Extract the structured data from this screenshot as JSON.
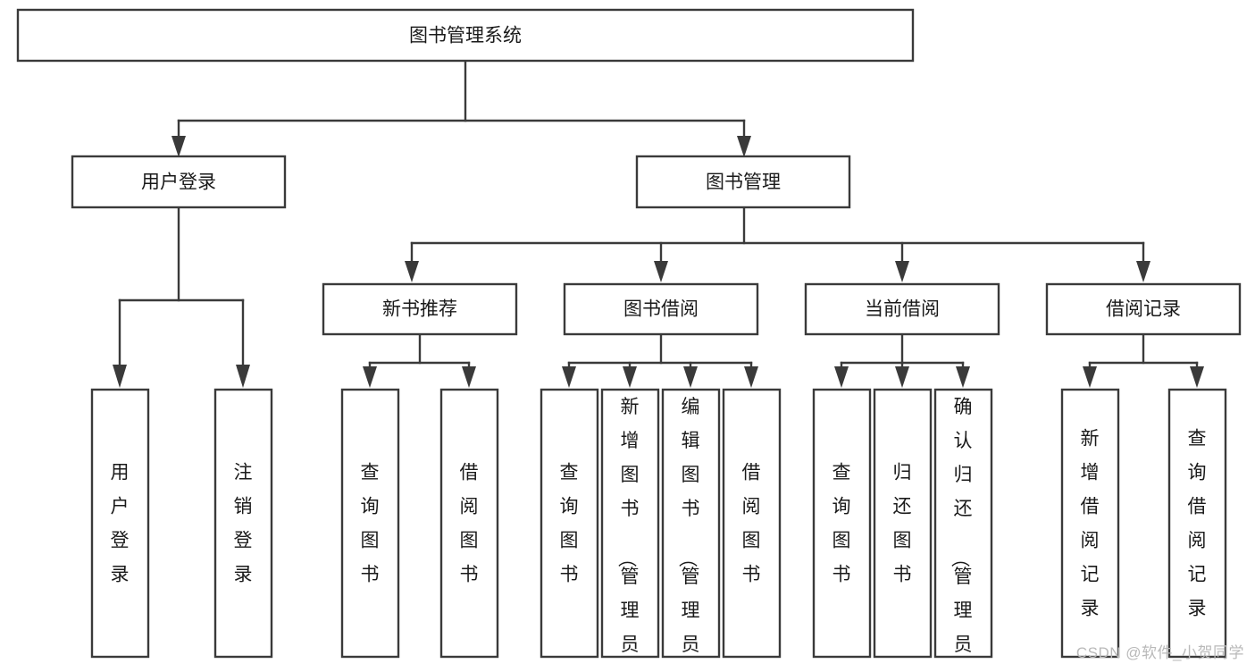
{
  "diagram": {
    "type": "tree",
    "title": "图书管理系统",
    "watermark": "CSDN @软件_小贺同学",
    "colors": {
      "stroke": "#3a3a3a",
      "text": "#1a1a1a",
      "background": "#ffffff",
      "watermark": "#b9b9b9"
    },
    "levels": {
      "root": "图书管理系统",
      "level2": [
        "用户登录",
        "图书管理"
      ],
      "level3": [
        "新书推荐",
        "图书借阅",
        "当前借阅",
        "借阅记录"
      ]
    },
    "nodes": {
      "root": {
        "label": "图书管理系统",
        "orientation": "horizontal"
      },
      "user_login": {
        "label": "用户登录",
        "orientation": "horizontal"
      },
      "book_manage": {
        "label": "图书管理",
        "orientation": "horizontal"
      },
      "new_book_rec": {
        "label": "新书推荐",
        "orientation": "horizontal"
      },
      "book_borrow": {
        "label": "图书借阅",
        "orientation": "horizontal"
      },
      "current_borrow": {
        "label": "当前借阅",
        "orientation": "horizontal"
      },
      "borrow_record": {
        "label": "借阅记录",
        "orientation": "horizontal"
      },
      "leaf_user_login": {
        "label": "用户登录",
        "orientation": "vertical"
      },
      "leaf_user_logout": {
        "label": "注销登录",
        "orientation": "vertical"
      },
      "leaf_query_book_1": {
        "label": "查询图书",
        "orientation": "vertical"
      },
      "leaf_borrow_book_1": {
        "label": "借阅图书",
        "orientation": "vertical"
      },
      "leaf_query_book_2": {
        "label": "查询图书",
        "orientation": "vertical"
      },
      "leaf_add_book": {
        "label": "新增图书（管理员）",
        "orientation": "vertical"
      },
      "leaf_edit_book": {
        "label": "编辑图书（管理员）",
        "orientation": "vertical"
      },
      "leaf_borrow_book_2": {
        "label": "借阅图书",
        "orientation": "vertical"
      },
      "leaf_query_book_3": {
        "label": "查询图书",
        "orientation": "vertical"
      },
      "leaf_return_book": {
        "label": "归还图书",
        "orientation": "vertical"
      },
      "leaf_confirm_return": {
        "label": "确认归还（管理员）",
        "orientation": "vertical"
      },
      "leaf_add_record": {
        "label": "新增借阅记录",
        "orientation": "vertical"
      },
      "leaf_query_record": {
        "label": "查询借阅记录",
        "orientation": "vertical"
      }
    },
    "edges": [
      {
        "from": "root",
        "to": "user_login"
      },
      {
        "from": "root",
        "to": "book_manage"
      },
      {
        "from": "user_login",
        "to": "leaf_user_login"
      },
      {
        "from": "user_login",
        "to": "leaf_user_logout"
      },
      {
        "from": "book_manage",
        "to": "new_book_rec"
      },
      {
        "from": "book_manage",
        "to": "book_borrow"
      },
      {
        "from": "book_manage",
        "to": "current_borrow"
      },
      {
        "from": "book_manage",
        "to": "borrow_record"
      },
      {
        "from": "new_book_rec",
        "to": "leaf_query_book_1"
      },
      {
        "from": "new_book_rec",
        "to": "leaf_borrow_book_1"
      },
      {
        "from": "book_borrow",
        "to": "leaf_query_book_2"
      },
      {
        "from": "book_borrow",
        "to": "leaf_add_book"
      },
      {
        "from": "book_borrow",
        "to": "leaf_edit_book"
      },
      {
        "from": "book_borrow",
        "to": "leaf_borrow_book_2"
      },
      {
        "from": "current_borrow",
        "to": "leaf_query_book_3"
      },
      {
        "from": "current_borrow",
        "to": "leaf_return_book"
      },
      {
        "from": "current_borrow",
        "to": "leaf_confirm_return"
      },
      {
        "from": "borrow_record",
        "to": "leaf_add_record"
      },
      {
        "from": "borrow_record",
        "to": "leaf_query_record"
      }
    ]
  }
}
